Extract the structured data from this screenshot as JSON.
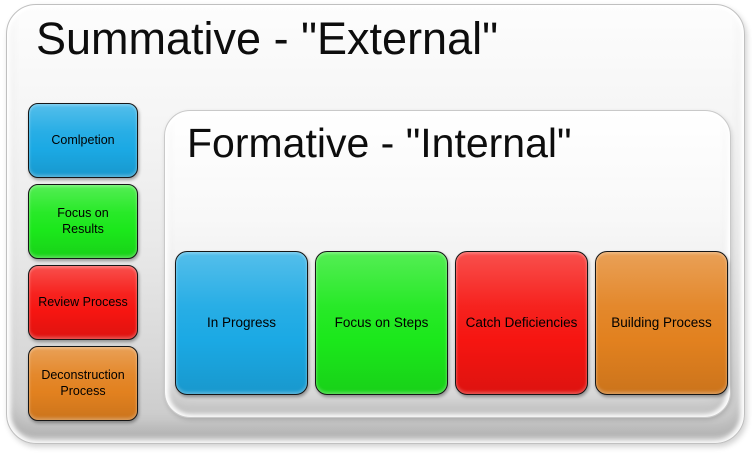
{
  "page": {
    "background_color": "#ffffff",
    "panel_top_color": "#fdfdfd",
    "panel_bottom_color": "#c7c7c7"
  },
  "summative": {
    "title": "Summative - \"External\"",
    "items": [
      {
        "label": "Comlpetion",
        "color": "#1BA9E4"
      },
      {
        "label": "Focus on Results",
        "color": "#1BE81B"
      },
      {
        "label": "Review Process",
        "color": "#F61511"
      },
      {
        "label": "Deconstruction Process",
        "color": "#E2811F"
      }
    ]
  },
  "formative": {
    "title": "Formative - \"Internal\"",
    "items": [
      {
        "label": "In Progress",
        "color": "#1BA9E4"
      },
      {
        "label": "Focus on Steps",
        "color": "#1BE81B"
      },
      {
        "label": "Catch Deficiencies",
        "color": "#F61511"
      },
      {
        "label": "Building Process",
        "color": "#E2811F"
      }
    ]
  }
}
